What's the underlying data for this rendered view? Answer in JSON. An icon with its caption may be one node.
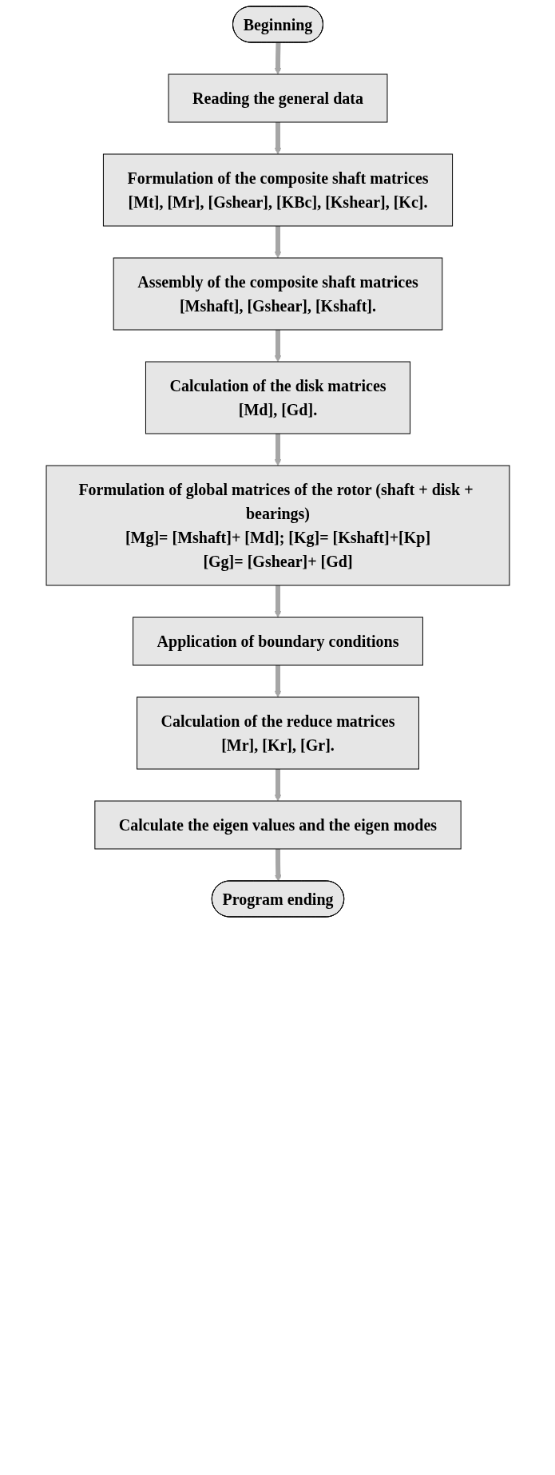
{
  "diagram": {
    "nodes": [
      {
        "text": [
          "Beginning"
        ]
      },
      {
        "text": [
          "Reading the general data"
        ]
      },
      {
        "text": [
          "Formulation of the composite shaft matrices",
          "[Mt], [Mr], [Gshear], [KBc], [Kshear], [Kc]."
        ]
      },
      {
        "text": [
          "Assembly of the composite shaft matrices",
          "[Mshaft], [Gshear], [Kshaft]."
        ]
      },
      {
        "text": [
          "Calculation of the disk matrices",
          "[Md], [Gd]."
        ]
      },
      {
        "text": [
          "Formulation of global matrices of the rotor (shaft + disk + bearings)",
          "[Mg]= [Mshaft]+ [Md]; [Kg]= [Kshaft]+[Kp]",
          "[Gg]= [Gshear]+ [Gd]"
        ]
      },
      {
        "text": [
          "Application of boundary conditions"
        ]
      },
      {
        "text": [
          "Calculation of the reduce matrices",
          "[Mr], [Kr], [Gr]."
        ]
      },
      {
        "text": [
          "Calculate the eigen values and the eigen modes"
        ]
      },
      {
        "text": [
          "Program ending"
        ]
      }
    ],
    "edges": [
      {
        "from": 0,
        "to": 1,
        "arrow": "to"
      },
      {
        "from": 1,
        "to": 2,
        "arrow": "to"
      },
      {
        "from": 2,
        "to": 3,
        "arrow": "to"
      },
      {
        "from": 3,
        "to": 4,
        "arrow": "to"
      },
      {
        "from": 4,
        "to": 5,
        "arrow": "to"
      },
      {
        "from": 5,
        "to": 6,
        "arrow": "to"
      },
      {
        "from": 6,
        "to": 7,
        "arrow": "to"
      },
      {
        "from": 7,
        "to": 8,
        "arrow": "to"
      },
      {
        "from": 8,
        "to": 9,
        "arrow": "to"
      }
    ]
  }
}
